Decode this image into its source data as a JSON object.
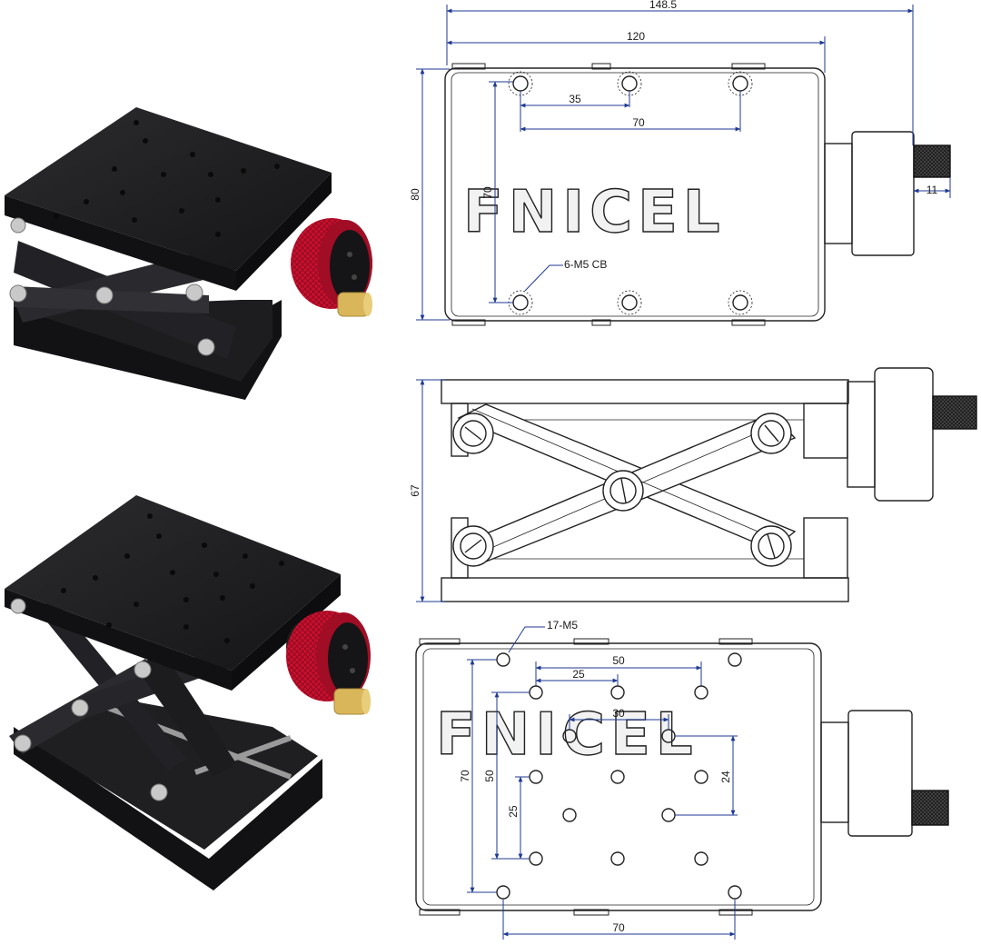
{
  "watermark": "FNICEL",
  "colors": {
    "line": "#222222",
    "dim": "#1f3a93",
    "anodized_black": "#1b1b1d",
    "knob_red": "#c8102e",
    "brass": "#d9b65a"
  },
  "top_view": {
    "dim_overall_width": "148.5",
    "dim_plate_width": "120",
    "dim_height": "80",
    "dim_hole_spacing_small": "35",
    "dim_hole_spacing_x": "70",
    "dim_hole_spacing_y": "70",
    "dim_knob_length": "11",
    "hole_callout": "6-M5 CB"
  },
  "side_view": {
    "dim_height": "67"
  },
  "bottom_view": {
    "hole_callout": "17-M5",
    "dim_50_top": "50",
    "dim_25_top": "25",
    "dim_30": "30",
    "dim_24": "24",
    "dim_70_vert": "70",
    "dim_50_vert": "50",
    "dim_25_vert": "25",
    "dim_70_bottom": "70"
  }
}
